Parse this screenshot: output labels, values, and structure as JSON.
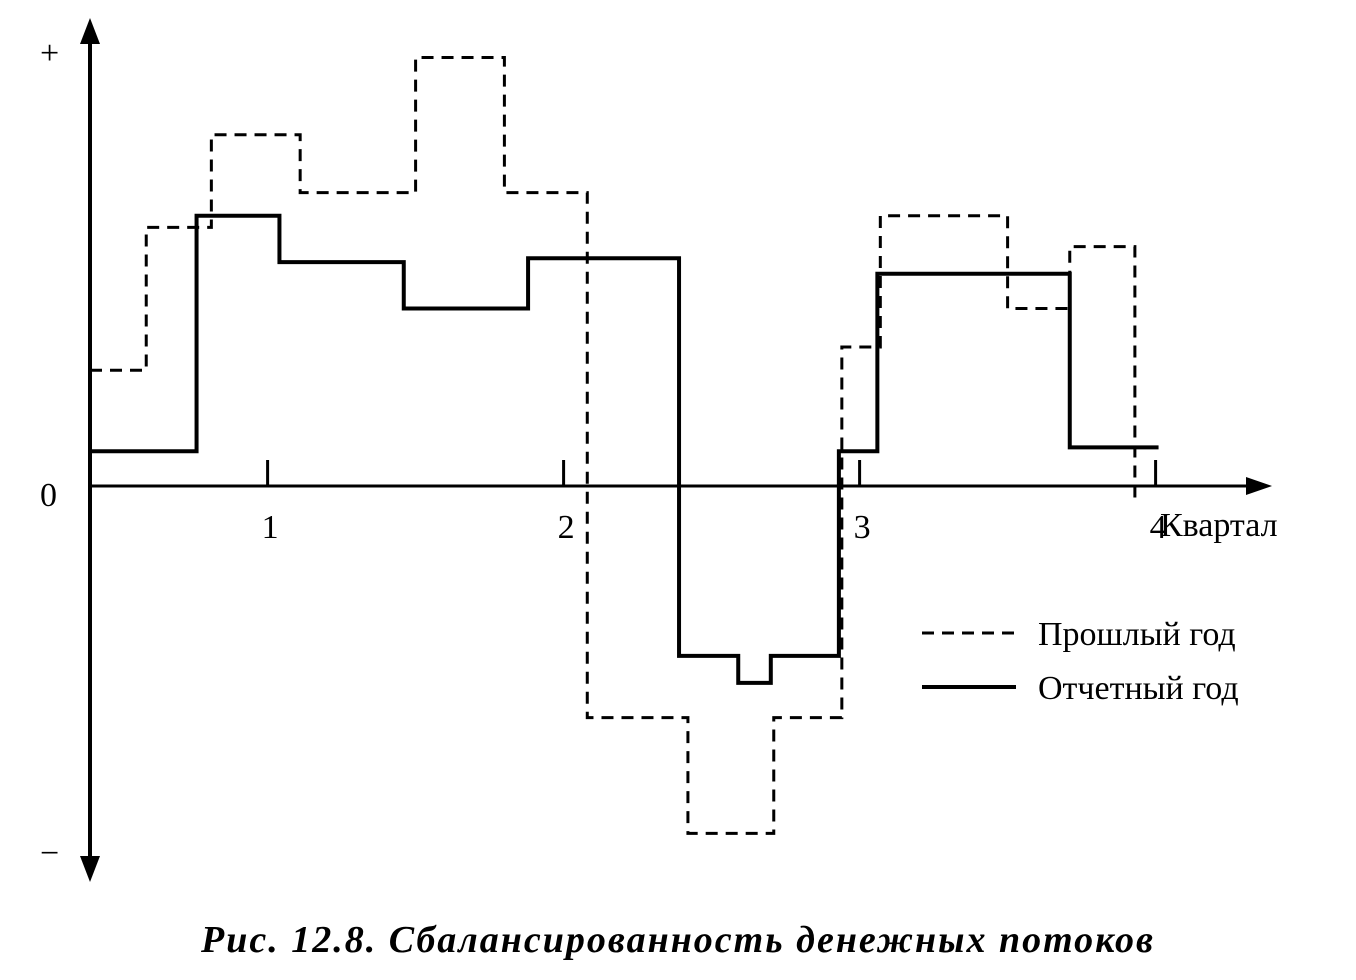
{
  "chart_data": {
    "type": "line",
    "step": true,
    "x_axis": {
      "label": "Квартал",
      "ticks": [
        {
          "value": 1,
          "label": "1"
        },
        {
          "value": 2,
          "label": "2"
        },
        {
          "value": 3,
          "label": "3"
        },
        {
          "value": 4,
          "label": "4"
        }
      ],
      "range": [
        0.4,
        4.4
      ]
    },
    "y_axis": {
      "zero_label": "0",
      "plus_label": "+",
      "minus_label": "−",
      "range": [
        -1.0,
        1.0
      ]
    },
    "grid": false,
    "legend_position": "right",
    "legend": [
      {
        "name": "Прошлый год",
        "style": "dashed"
      },
      {
        "name": "Отчетный год",
        "style": "solid"
      }
    ],
    "series": [
      {
        "name": "Прошлый год",
        "style": "dashed",
        "color": "#000000",
        "steps": [
          {
            "x0": 0.4,
            "x1": 0.59,
            "y": 0.3
          },
          {
            "x0": 0.59,
            "x1": 0.81,
            "y": 0.67
          },
          {
            "x0": 0.81,
            "x1": 1.11,
            "y": 0.91
          },
          {
            "x0": 1.11,
            "x1": 1.5,
            "y": 0.76
          },
          {
            "x0": 1.5,
            "x1": 1.8,
            "y": 1.11
          },
          {
            "x0": 1.8,
            "x1": 2.08,
            "y": 0.76
          },
          {
            "x0": 2.08,
            "x1": 2.42,
            "y": -0.6
          },
          {
            "x0": 2.42,
            "x1": 2.71,
            "y": -0.9
          },
          {
            "x0": 2.71,
            "x1": 2.94,
            "y": -0.6
          },
          {
            "x0": 2.94,
            "x1": 3.07,
            "y": 0.36
          },
          {
            "x0": 3.07,
            "x1": 3.5,
            "y": 0.7
          },
          {
            "x0": 3.5,
            "x1": 3.71,
            "y": 0.46
          },
          {
            "x0": 3.71,
            "x1": 3.93,
            "y": 0.62
          },
          {
            "x0": 3.93,
            "x1": 3.93,
            "y": -0.03
          }
        ]
      },
      {
        "name": "Отчетный год",
        "style": "solid",
        "color": "#000000",
        "steps": [
          {
            "x0": 0.4,
            "x1": 0.76,
            "y": 0.09
          },
          {
            "x0": 0.76,
            "x1": 1.04,
            "y": 0.7
          },
          {
            "x0": 1.04,
            "x1": 1.46,
            "y": 0.58
          },
          {
            "x0": 1.46,
            "x1": 1.88,
            "y": 0.46
          },
          {
            "x0": 1.88,
            "x1": 2.39,
            "y": 0.59
          },
          {
            "x0": 2.39,
            "x1": 2.59,
            "y": -0.44
          },
          {
            "x0": 2.59,
            "x1": 2.7,
            "y": -0.51
          },
          {
            "x0": 2.7,
            "x1": 2.93,
            "y": -0.44
          },
          {
            "x0": 2.93,
            "x1": 3.06,
            "y": 0.09
          },
          {
            "x0": 3.06,
            "x1": 3.71,
            "y": 0.55
          },
          {
            "x0": 3.71,
            "x1": 4.01,
            "y": 0.1
          }
        ]
      }
    ]
  },
  "caption": "Рис. 12.8. Сбалансированность денежных потоков"
}
